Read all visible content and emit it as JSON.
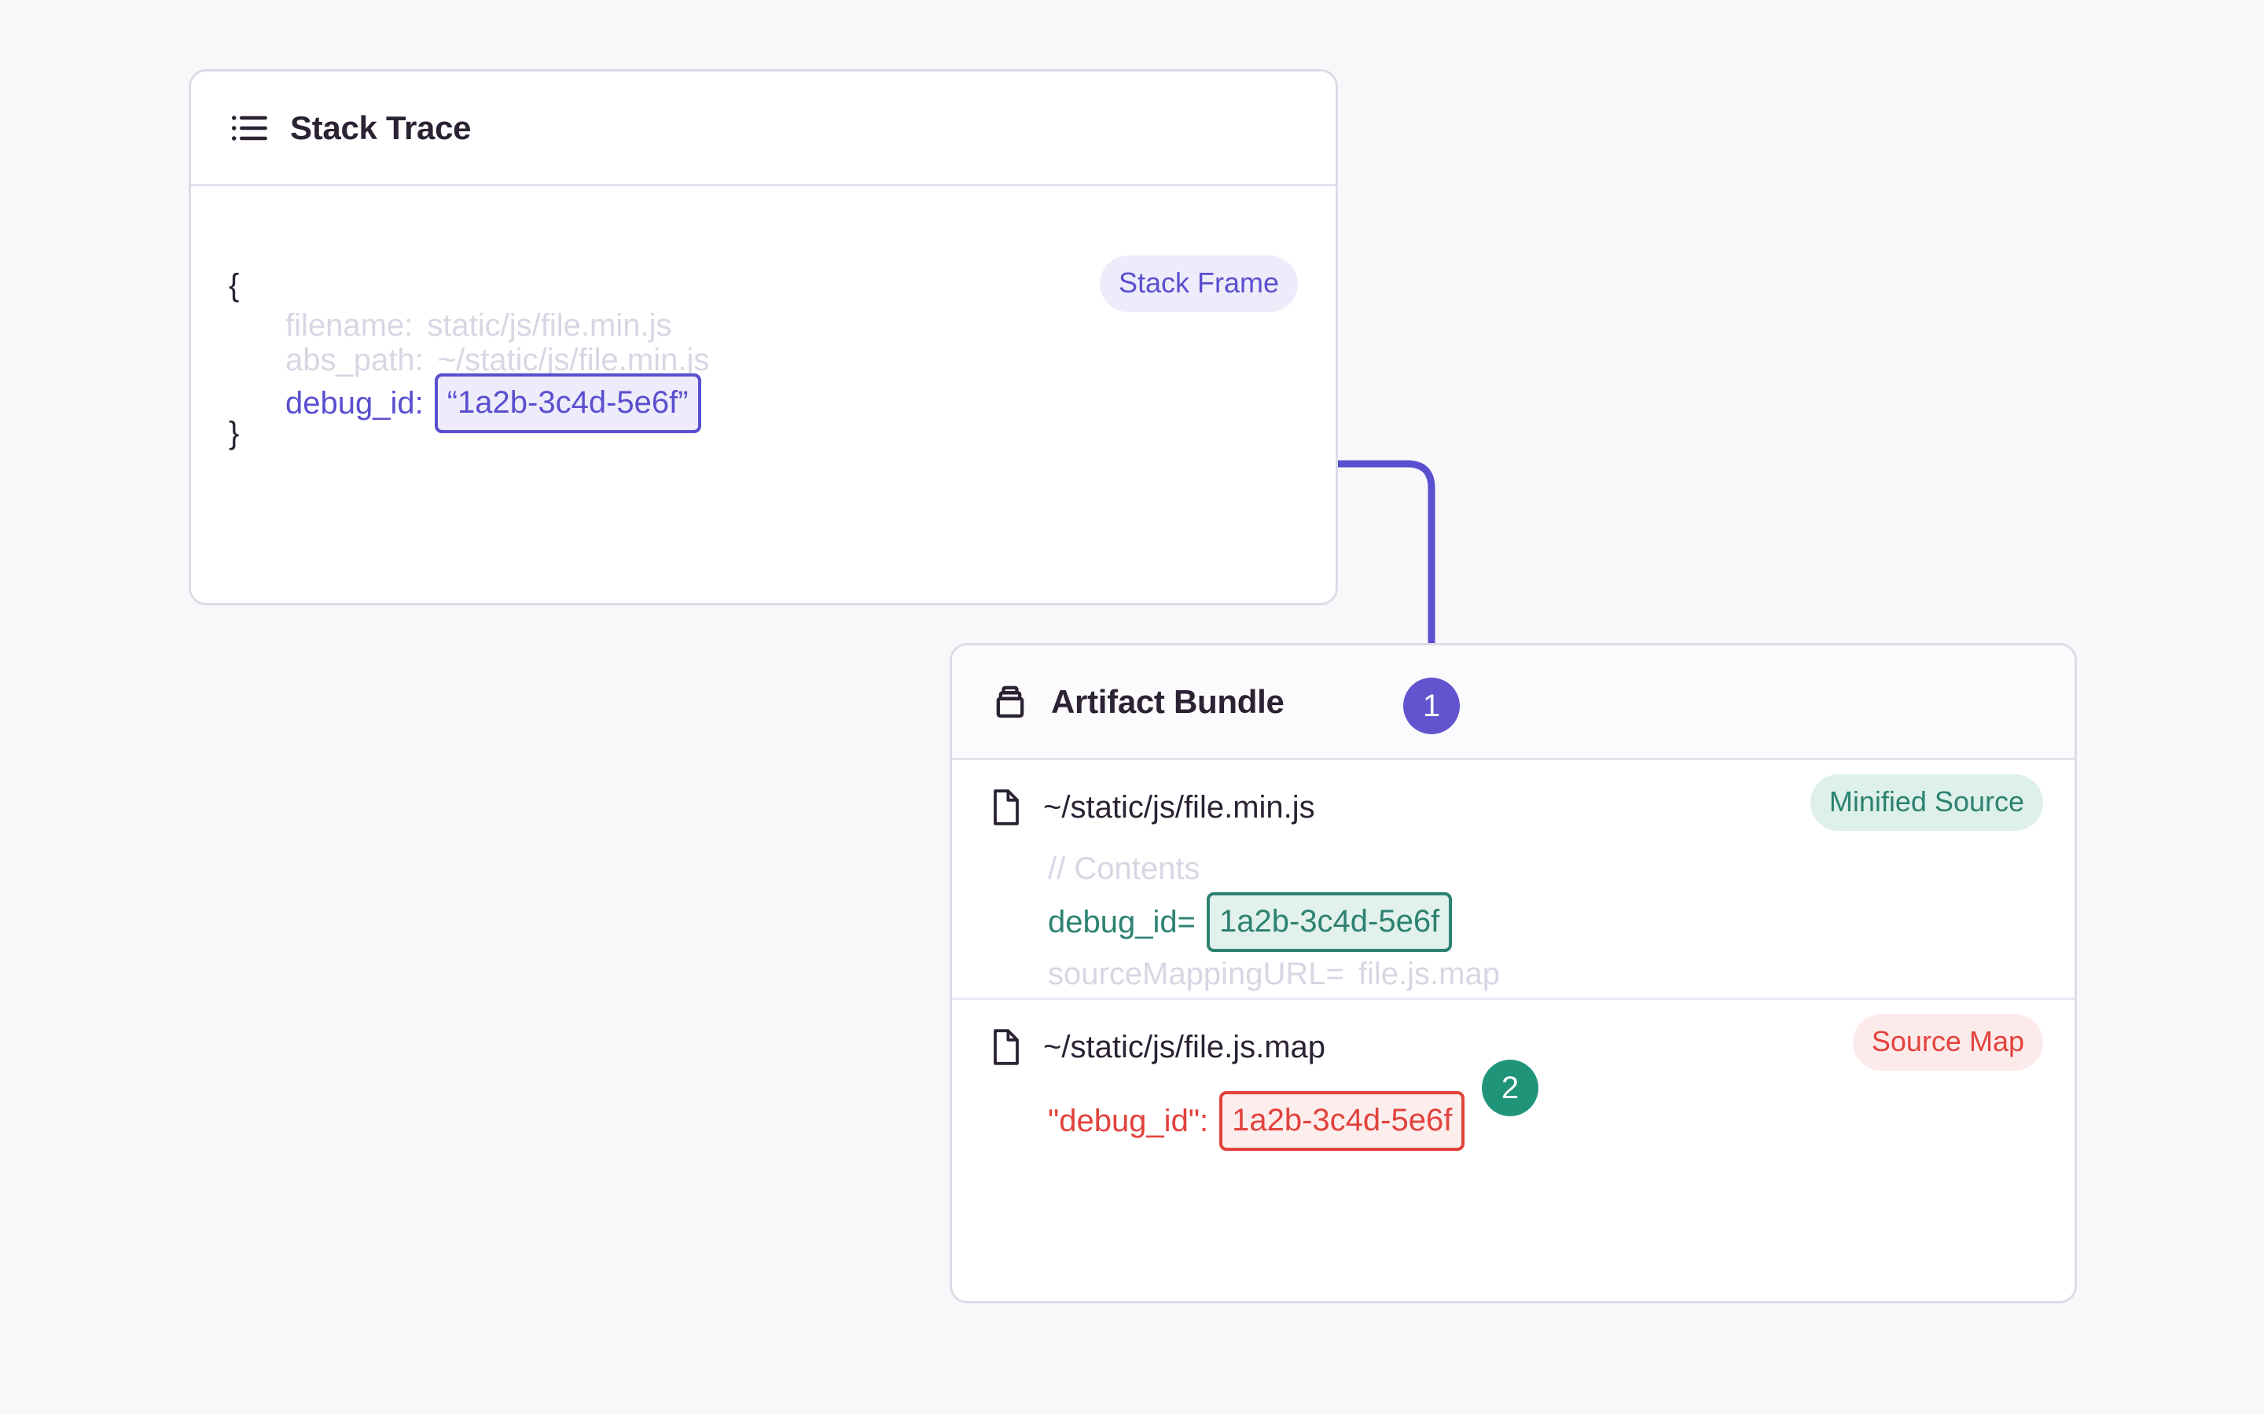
{
  "page": {
    "background_color": "#f8f8fb"
  },
  "colors": {
    "purple": "#5a4fcf",
    "purple_badge": "#6254cf",
    "purple_soft_bg": "#eeecfa",
    "green": "#2c8270",
    "green_badge": "#1f9478",
    "green_soft_bg": "#ddf0e9",
    "red": "#e2423c",
    "red_soft_bg": "#fdeaea",
    "ink": "#2b2233",
    "muted": "#d9d6e3",
    "card_border": "#dedae6"
  },
  "stack_trace_card": {
    "icon": "list-icon",
    "title": "Stack Trace",
    "badge": "Stack Frame",
    "brace_open": "{",
    "brace_close": "}",
    "fields": [
      {
        "key": "filename:",
        "value": "static/js/file.min.js",
        "muted": true
      },
      {
        "key": "abs_path:",
        "value": "~/static/js/file.min.js",
        "muted": true
      }
    ],
    "debug_id": {
      "key": "debug_id:",
      "value": "“1a2b-3c4d-5e6f”"
    }
  },
  "artifact_bundle_card": {
    "icon": "bundle-icon",
    "title": "Artifact Bundle",
    "rows": [
      {
        "file_icon": "file-icon",
        "path": "~/static/js/file.min.js",
        "badge": "Minified Source",
        "comment": "// Contents",
        "debug_id": {
          "key": "debug_id=",
          "value": "1a2b-3c4d-5e6f"
        },
        "source_mapping": {
          "key": "sourceMappingURL=",
          "value": "file.js.map"
        }
      },
      {
        "file_icon": "file-icon",
        "path": "~/static/js/file.js.map",
        "badge": "Source Map",
        "debug_id": {
          "key": "\"debug_id\":",
          "value": "1a2b-3c4d-5e6f"
        }
      }
    ]
  },
  "connectors": {
    "steps": [
      {
        "label": "1",
        "color": "#6254cf"
      },
      {
        "label": "2",
        "color": "#1f9478"
      }
    ]
  }
}
